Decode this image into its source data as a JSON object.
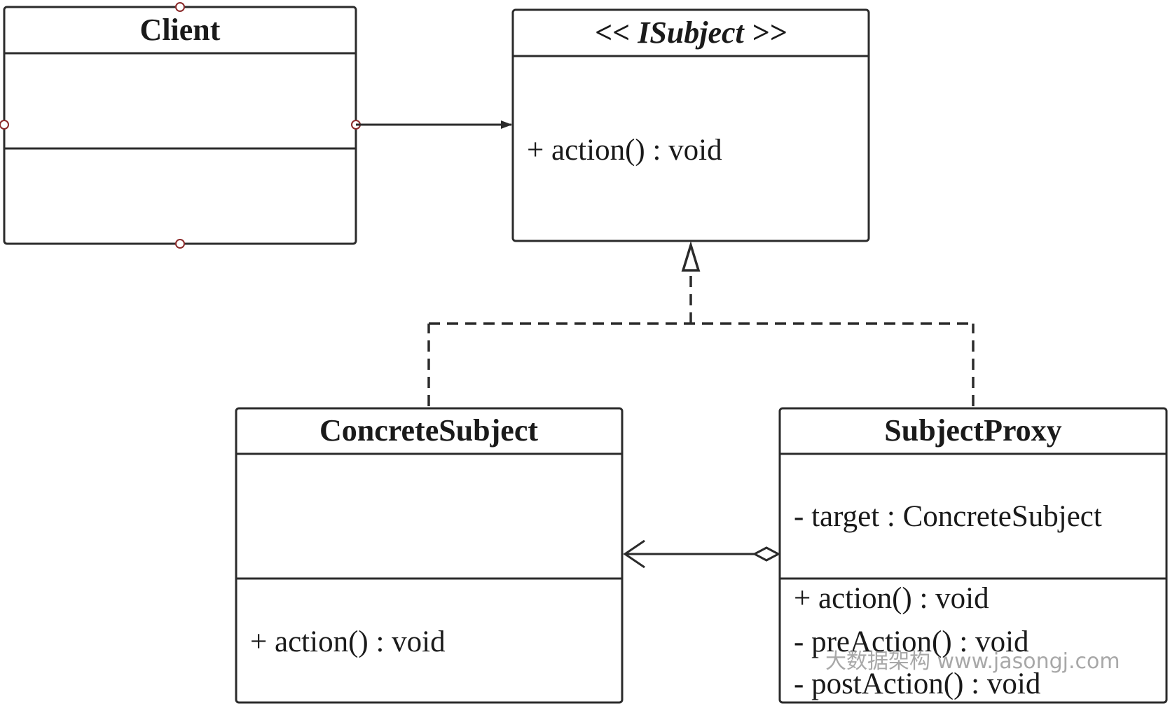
{
  "classes": {
    "client": {
      "name": "Client",
      "attributes": [],
      "operations": []
    },
    "isubject": {
      "name": "<< ISubject >>",
      "operations": [
        "+ action() : void"
      ]
    },
    "concrete_subject": {
      "name": "ConcreteSubject",
      "attributes": [],
      "operations": [
        "+ action() : void"
      ]
    },
    "subject_proxy": {
      "name": "SubjectProxy",
      "attributes": [
        "- target : ConcreteSubject"
      ],
      "operations": [
        "+ action() : void",
        "- preAction() : void",
        "- postAction() : void"
      ]
    }
  },
  "relations": [
    {
      "from": "Client",
      "to": "ISubject",
      "type": "association"
    },
    {
      "from": "ConcreteSubject",
      "to": "ISubject",
      "type": "realization"
    },
    {
      "from": "SubjectProxy",
      "to": "ISubject",
      "type": "realization"
    },
    {
      "from": "SubjectProxy",
      "to": "ConcreteSubject",
      "type": "aggregation"
    }
  ],
  "watermark": "大数据架构 www.jasongj.com",
  "colors": {
    "line": "#2b2b2b",
    "handle": "#8b2a2a",
    "watermark": "#9a9a9a"
  }
}
